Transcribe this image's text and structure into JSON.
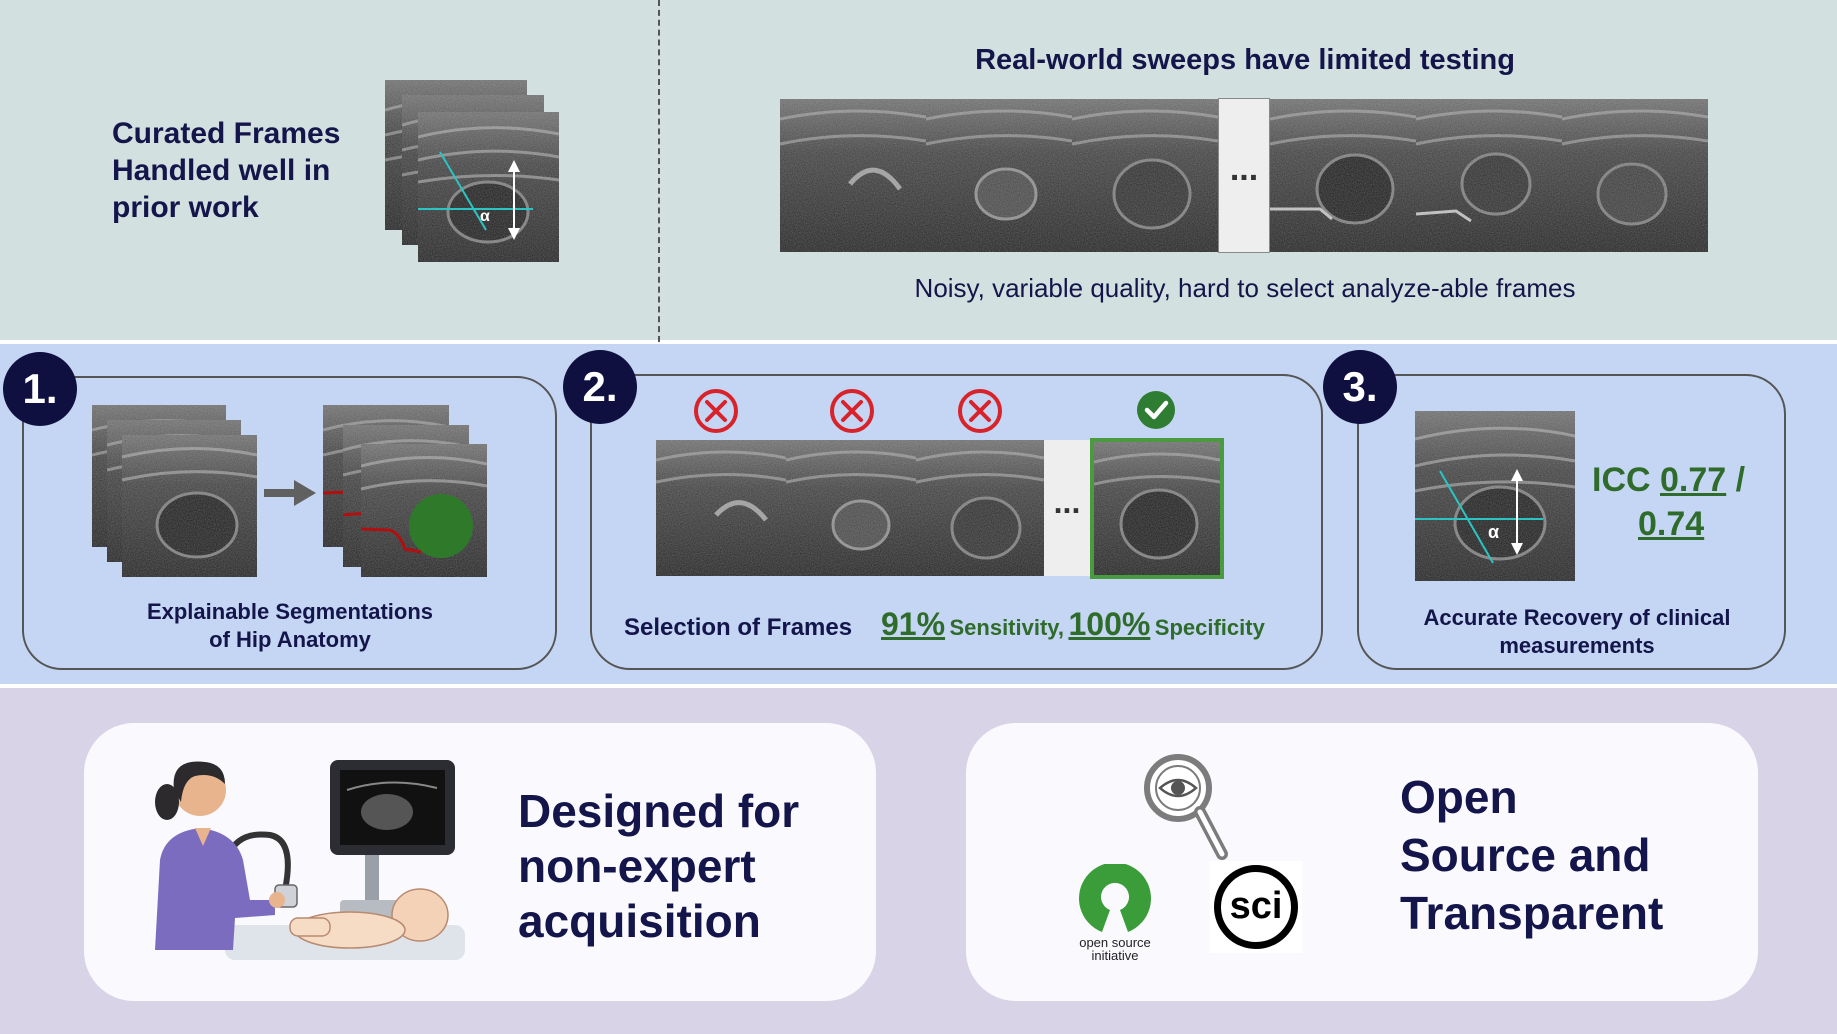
{
  "top": {
    "curated_text": "Curated Frames Handled well in prior work",
    "curated_angle_symbol": "α",
    "realworld_title": "Real-world sweeps have limited testing",
    "realworld_ellipsis": "...",
    "realworld_caption": "Noisy, variable quality, hard to select analyze-able frames"
  },
  "step1": {
    "number": "1.",
    "caption_line1": "Explainable Segmentations",
    "caption_line2": "of Hip Anatomy"
  },
  "step2": {
    "number": "2.",
    "ellipsis": "...",
    "label": "Selection of Frames",
    "sensitivity_value": "91%",
    "sensitivity_label": "Sensitivity,",
    "specificity_value": "100%",
    "specificity_label": "Specificity"
  },
  "step3": {
    "number": "3.",
    "angle_symbol": "α",
    "icc_prefix": "ICC",
    "icc_value1": "0.77",
    "icc_slash": "/",
    "icc_value2": "0.74",
    "caption_line1": "Accurate Recovery of clinical",
    "caption_line2": "measurements"
  },
  "bottom": {
    "left_text_line1": "Designed for",
    "left_text_line2": "non-expert",
    "left_text_line3": "acquisition",
    "osi_text_line1": "open source",
    "osi_text_line2": "initiative",
    "sci_text": "sci",
    "right_text_line1": "Open",
    "right_text_line2": "Source and",
    "right_text_line3": "Transparent"
  },
  "colors": {
    "navy": "#14154a",
    "green": "#2f6b2a",
    "reject_red": "#d8232a",
    "accept_green": "#2e7d32",
    "cyan_line": "#2bc4c4"
  },
  "icons": [
    "reject-x-icon",
    "accept-check-icon",
    "magnifier-eye-icon",
    "open-source-initiative-logo",
    "sci-logo",
    "arrow-right-icon"
  ]
}
